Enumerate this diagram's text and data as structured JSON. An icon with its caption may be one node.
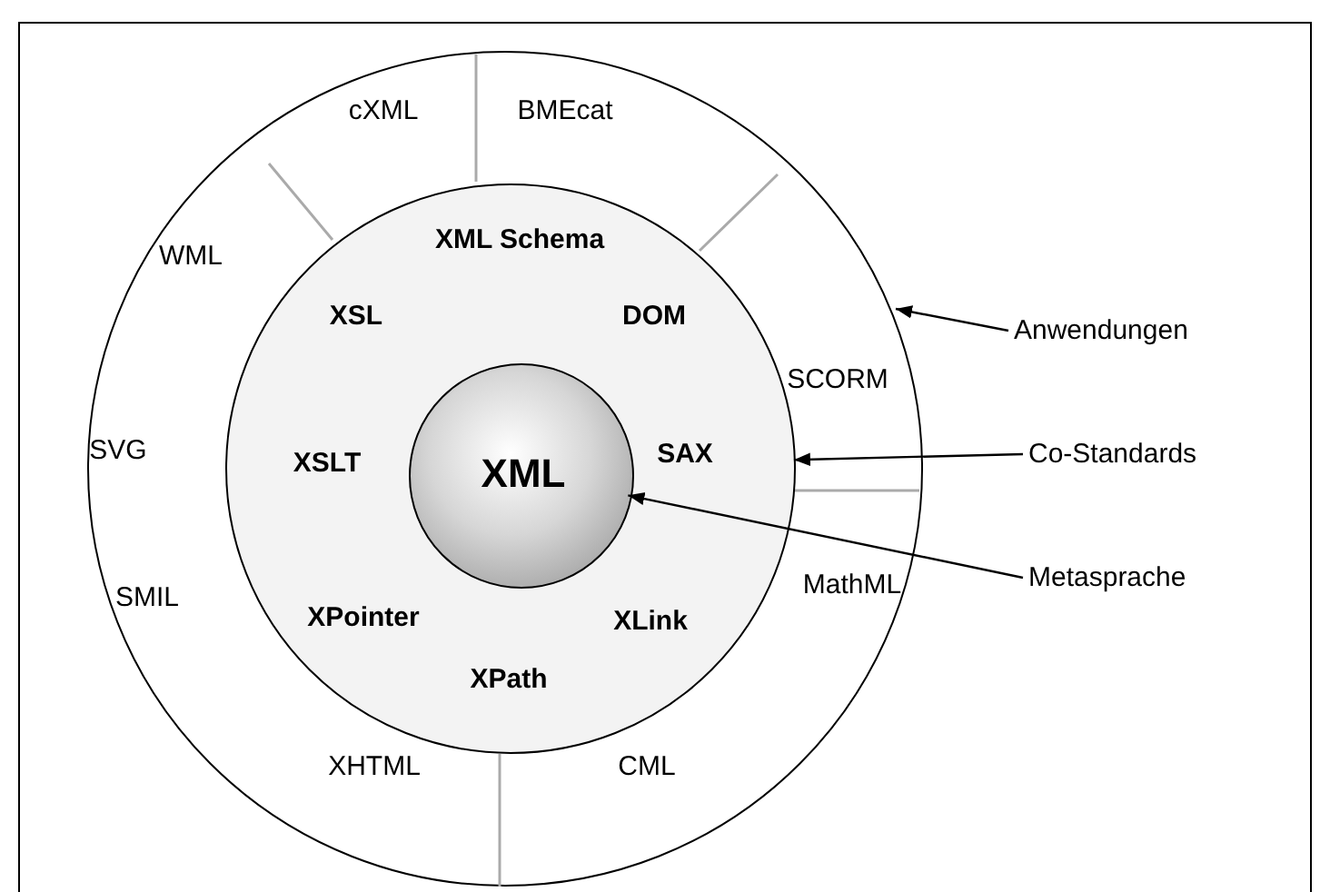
{
  "diagram": {
    "nodes": [
      {
        "text": [
          "cXML",
          "BMEcat",
          "WML",
          "SCORM",
          "SVG",
          "MathML",
          "SMIL",
          "XHTML",
          "CML"
        ]
      },
      {
        "text": [
          "XML Schema",
          "XSL",
          "DOM",
          "XSLT",
          "SAX",
          "XPointer",
          "XLink",
          "XPath"
        ],
        "in": 0
      },
      {
        "text": [
          "XML"
        ],
        "in": 1
      },
      {
        "text": [
          "Anwendungen"
        ]
      },
      {
        "text": [
          "Co-Standards"
        ]
      },
      {
        "text": [
          "Metasprache"
        ]
      }
    ],
    "edges": [
      {
        "from": 3,
        "to": 0,
        "arrow": "to"
      },
      {
        "from": 4,
        "to": 1,
        "arrow": "to"
      },
      {
        "from": 5,
        "to": 2,
        "arrow": "to"
      }
    ]
  }
}
